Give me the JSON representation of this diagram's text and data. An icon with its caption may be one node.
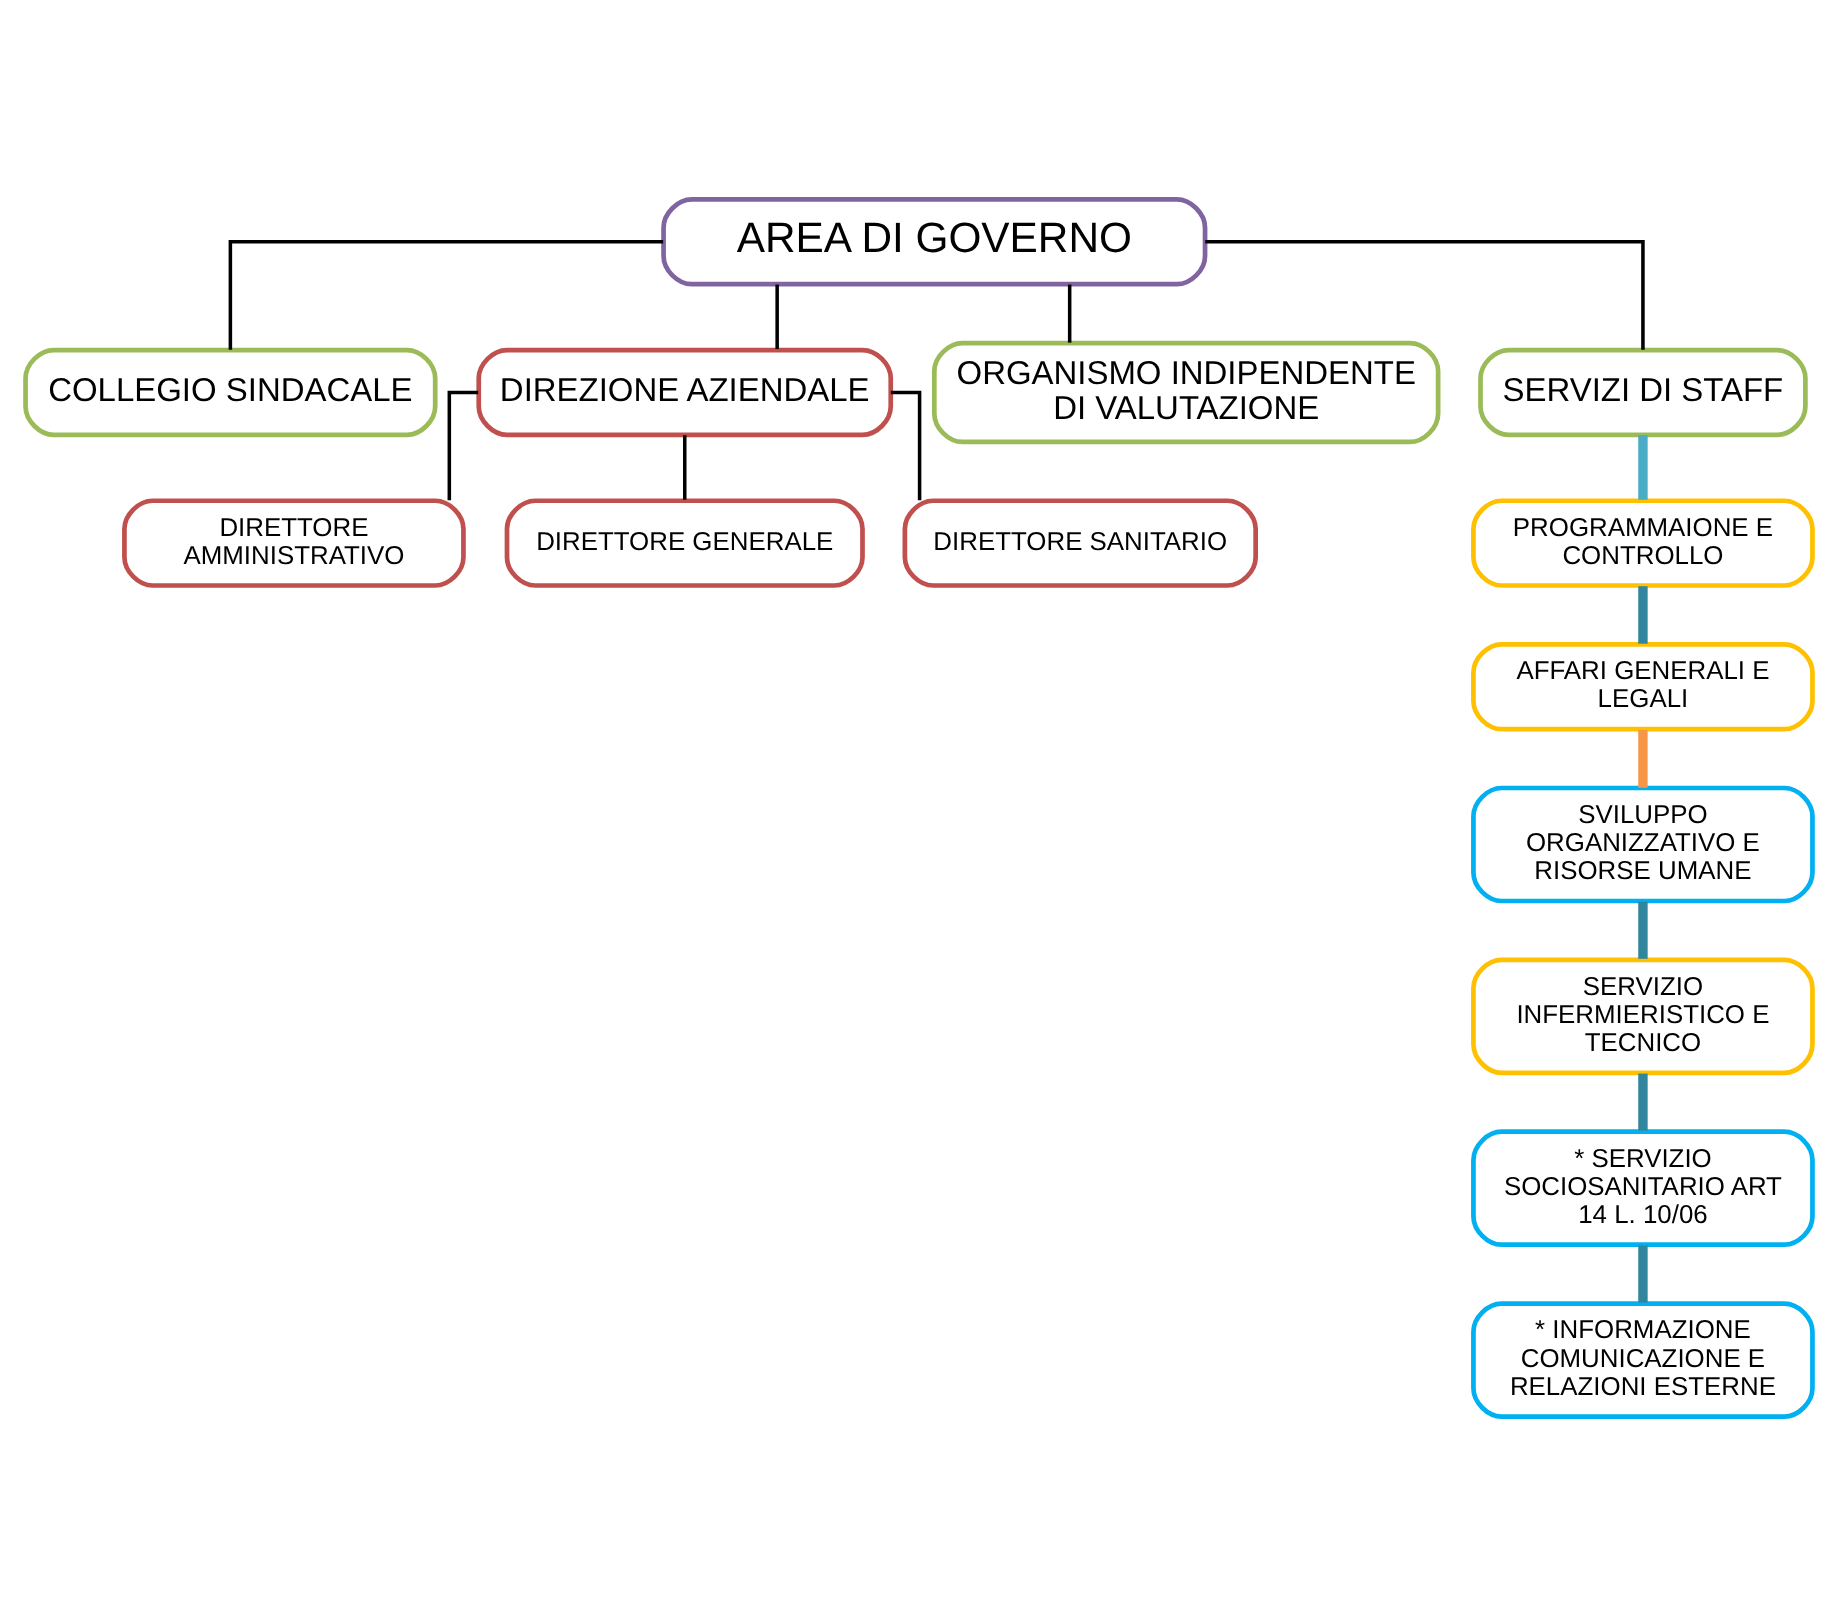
{
  "diagram": {
    "nodes": [
      {
        "text": [
          "AREA DI GOVERNO"
        ]
      },
      {
        "text": [
          "COLLEGIO SINDACALE"
        ]
      },
      {
        "text": [
          "DIREZIONE AZIENDALE"
        ]
      },
      {
        "text": [
          "ORGANISMO INDIPENDENTE DI VALUTAZIONE"
        ]
      },
      {
        "text": [
          "SERVIZI DI STAFF"
        ]
      },
      {
        "text": [
          "DIRETTORE AMMINISTRATIVO"
        ]
      },
      {
        "text": [
          "DIRETTORE GENERALE"
        ]
      },
      {
        "text": [
          "DIRETTORE SANITARIO"
        ]
      },
      {
        "text": [
          "PROGRAMMAIONE E CONTROLLO"
        ]
      },
      {
        "text": [
          "AFFARI GENERALI E LEGALI"
        ]
      },
      {
        "text": [
          "SVILUPPO ORGANIZZATIVO E RISORSE UMANE"
        ]
      },
      {
        "text": [
          "SERVIZIO INFERMIERISTICO E TECNICO"
        ]
      },
      {
        "text": [
          "* SERVIZIO SOCIOSANITARIO ART 14 L. 10/06"
        ]
      },
      {
        "text": [
          "* INFORMAZIONE COMUNICAZIONE E RELAZIONI ESTERNE"
        ]
      }
    ],
    "edges": [
      {
        "from": 0,
        "to": 1,
        "arrow": "none"
      },
      {
        "from": 0,
        "to": 2,
        "arrow": "none"
      },
      {
        "from": 0,
        "to": 3,
        "arrow": "none"
      },
      {
        "from": 0,
        "to": 4,
        "arrow": "none"
      },
      {
        "from": 2,
        "to": 5,
        "arrow": "none"
      },
      {
        "from": 2,
        "to": 6,
        "arrow": "none"
      },
      {
        "from": 2,
        "to": 7,
        "arrow": "none"
      },
      {
        "from": 4,
        "to": 8,
        "arrow": "none",
        "style": "thick",
        "color": "#4bacc6"
      },
      {
        "from": 8,
        "to": 9,
        "arrow": "none",
        "style": "thick",
        "color": "#31859c"
      },
      {
        "from": 9,
        "to": 10,
        "arrow": "none",
        "style": "thick",
        "color": "#f79646"
      },
      {
        "from": 10,
        "to": 11,
        "arrow": "none",
        "style": "thick",
        "color": "#31859c"
      },
      {
        "from": 11,
        "to": 12,
        "arrow": "none",
        "style": "thick",
        "color": "#31859c"
      },
      {
        "from": 12,
        "to": 13,
        "arrow": "none",
        "style": "thick",
        "color": "#31859c"
      }
    ]
  }
}
